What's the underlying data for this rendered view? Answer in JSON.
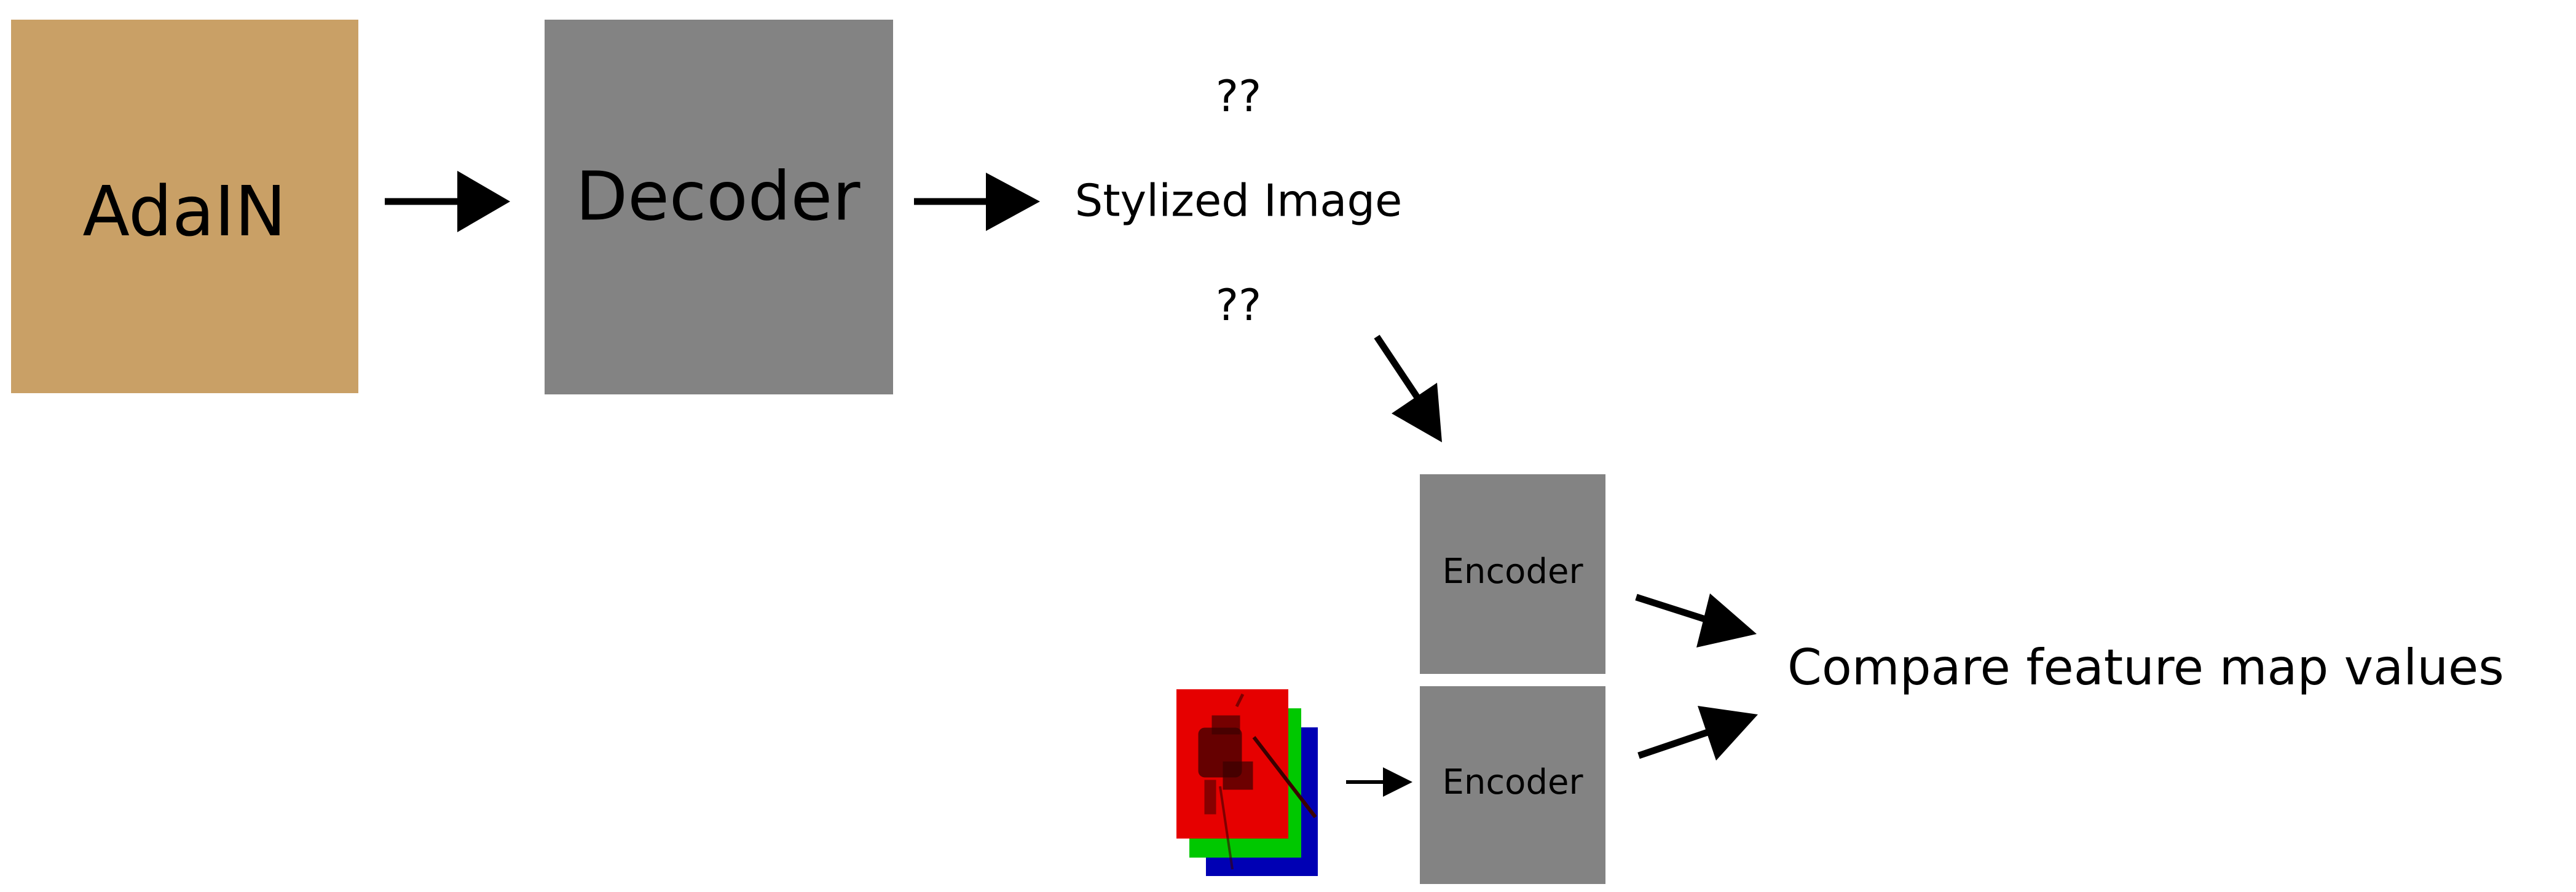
{
  "colors": {
    "adain_box": "#c9a066",
    "decoder_box": "#838383",
    "encoder_box": "#838383",
    "arrow": "#000000",
    "channel_red": "#e60000",
    "channel_green": "#00c800",
    "channel_blue": "#0000b4",
    "background": "#ffffff"
  },
  "nodes": {
    "adain": {
      "label": "AdaIN"
    },
    "decoder": {
      "label": "Decoder"
    },
    "stylized_image": {
      "label": "Stylized Image",
      "placeholder_above": "??",
      "placeholder_below": "??"
    },
    "encoder_top": {
      "label": "Encoder"
    },
    "encoder_bottom": {
      "label": "Encoder"
    },
    "compare": {
      "label": "Compare feature map values"
    }
  },
  "input_image": {
    "channels": [
      "red",
      "green",
      "blue"
    ]
  },
  "icons": {
    "arrow": "arrow-right-icon"
  }
}
